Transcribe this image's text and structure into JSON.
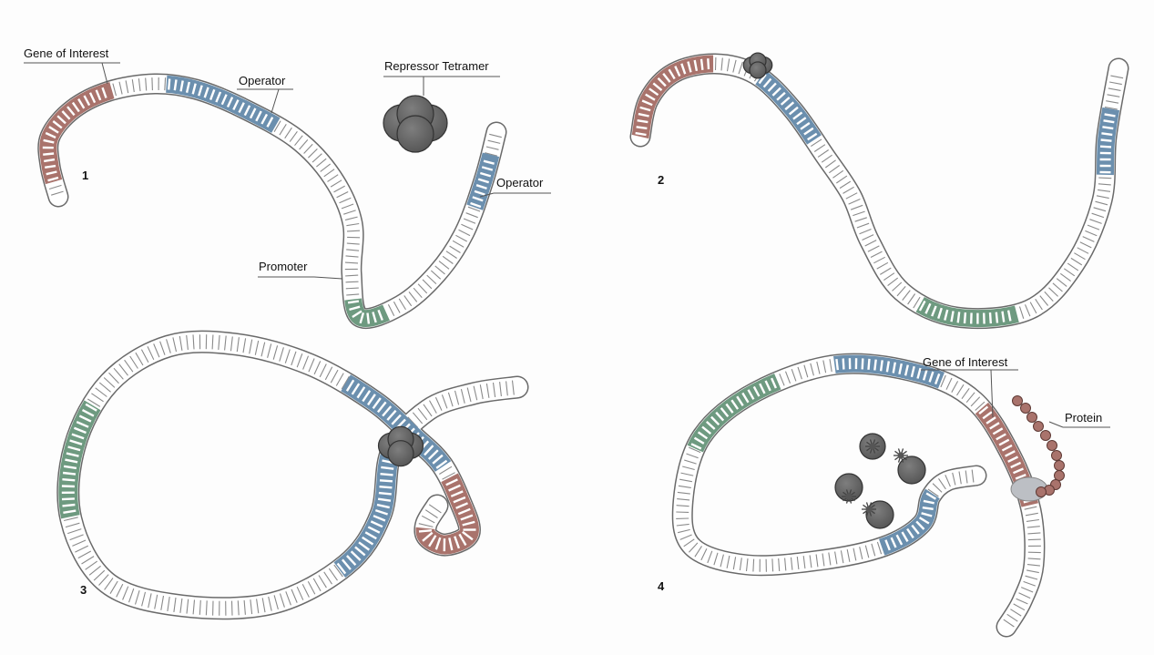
{
  "colors": {
    "gene": "#a9736c",
    "operator": "#6b8fae",
    "promoter": "#6e9a80",
    "repressor": "#6a6a6a",
    "polymerase": "#bcbfc4",
    "backbone": "#ffffff",
    "outline": "#6a6a6a"
  },
  "panels": [
    {
      "number": "1",
      "labels": {
        "gene": "Gene of Interest",
        "operator_a": "Operator",
        "repressor": "Repressor Tetramer",
        "operator_b": "Operator",
        "promoter": "Promoter"
      }
    },
    {
      "number": "2"
    },
    {
      "number": "3"
    },
    {
      "number": "4",
      "labels": {
        "gene": "Gene of Interest",
        "protein": "Protein"
      }
    }
  ]
}
